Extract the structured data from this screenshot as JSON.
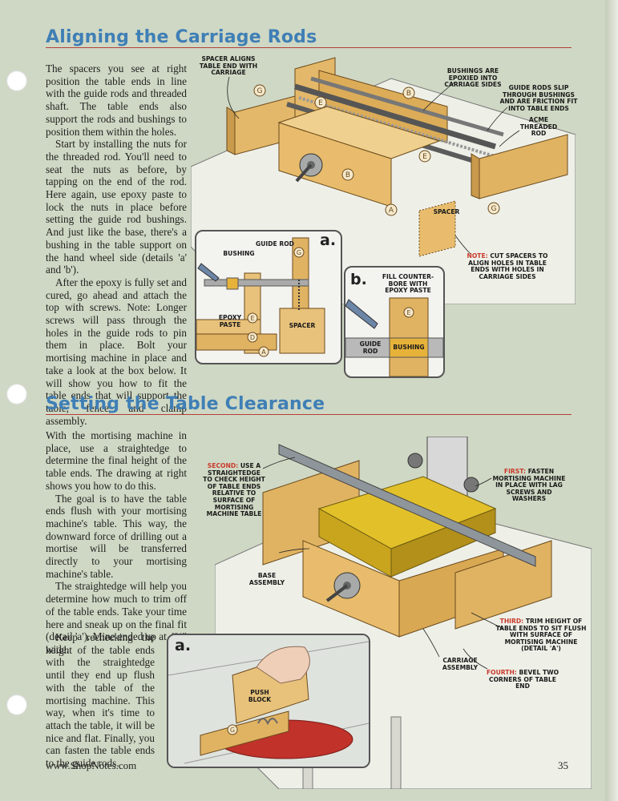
{
  "page": {
    "website": "www.ShopNotes.com",
    "page_number": "35"
  },
  "section1": {
    "heading": "Aligning the Carriage Rods",
    "paragraphs": [
      "The spacers you see at right position the table ends in line with the guide rods and threaded shaft. The table ends also support the rods and bushings to position them within the holes.",
      "Start by installing the nuts for the threaded rod. You'll need to seat the nuts as before, by tapping on the end of the rod. Here again, use epoxy paste to lock the nuts in place before setting the guide rod bushings. And just like the base, there's a bushing in the table support on the hand wheel side (details 'a' and 'b').",
      "After the epoxy is fully set and cured, go ahead and attach the top with screws. Note: Longer screws will pass through the holes in the guide rods to pin them in place. Bolt your mortising machine in place and take a look at the box below. It will show you how to fit the table ends that will support the table, fence, and clamp assembly."
    ],
    "callouts": {
      "spacer_aligns": "SPACER ALIGNS TABLE END WITH CARRIAGE",
      "bushings": "BUSHINGS ARE EPOXIED INTO CARRIAGE SIDES",
      "guide_rods_slip": "GUIDE RODS SLIP THROUGH BUSHINGS AND ARE FRICTION FIT INTO TABLE ENDS",
      "acme": "ACME THREADED ROD",
      "spacer": "SPACER",
      "note_prefix": "NOTE:",
      "note": "CUT SPACERS TO ALIGN HOLES IN TABLE ENDS WITH HOLES IN CARRIAGE SIDES"
    },
    "detail_a": {
      "letter": "a.",
      "guide_rod": "GUIDE ROD",
      "bushing": "BUSHING",
      "epoxy_paste": "EPOXY PASTE",
      "spacer": "SPACER",
      "parts": [
        "G",
        "E",
        "D",
        "A"
      ]
    },
    "detail_b": {
      "letter": "b.",
      "fill": "FILL COUNTER-BORE WITH EPOXY PASTE",
      "guide_rod": "GUIDE ROD",
      "bushing": "BUSHING",
      "part": "E"
    },
    "part_letters": [
      "G",
      "E",
      "B",
      "E",
      "B",
      "A",
      "G"
    ]
  },
  "section2": {
    "heading": "Setting the Table Clearance",
    "paragraphs": [
      "With the mortising machine in place, use a straightedge to determine the final height of the table ends. The drawing at right shows you how to do this.",
      "The goal is to have the table ends flush with your mortising machine's table. This way, the downward force of drilling out a mortise will be transferred directly to your mortising machine's table.",
      "The straightedge will help you determine how much to trim off of the table ends. Take your time here and sneak up on the final fit (detail 'a'). Mine ended up at 4⅜\" wide.",
      "Keep rechecking the height of the table ends with the straightedge until they end up flush with the table of the mortising machine. This way, when it's time to attach the table, it will be nice and flat. Finally, you can fasten the table ends to the guide rods."
    ],
    "callouts": {
      "second_prefix": "SECOND:",
      "second": "USE A STRAIGHTEDGE TO CHECK HEIGHT OF TABLE ENDS RELATIVE TO SURFACE OF MORTISING MACHINE TABLE",
      "first_prefix": "FIRST:",
      "first": "FASTEN MORTISING MACHINE IN PLACE WITH LAG SCREWS AND WASHERS",
      "base": "BASE ASSEMBLY",
      "third_prefix": "THIRD:",
      "third": "TRIM HEIGHT OF TABLE ENDS TO SIT FLUSH WITH SURFACE OF MORTISING MACHINE (DETAIL 'a')",
      "carriage": "CARRIAGE ASSEMBLY",
      "fourth_prefix": "FOURTH:",
      "fourth": "BEVEL TWO CORNERS OF TABLE END"
    },
    "detail_a": {
      "letter": "a.",
      "push_block": "PUSH BLOCK",
      "part": "G"
    }
  },
  "colors": {
    "heading": "#3f7fb6",
    "rule": "#b2413a",
    "callout_red": "#c83a2b",
    "background": "#cfd8c4"
  }
}
